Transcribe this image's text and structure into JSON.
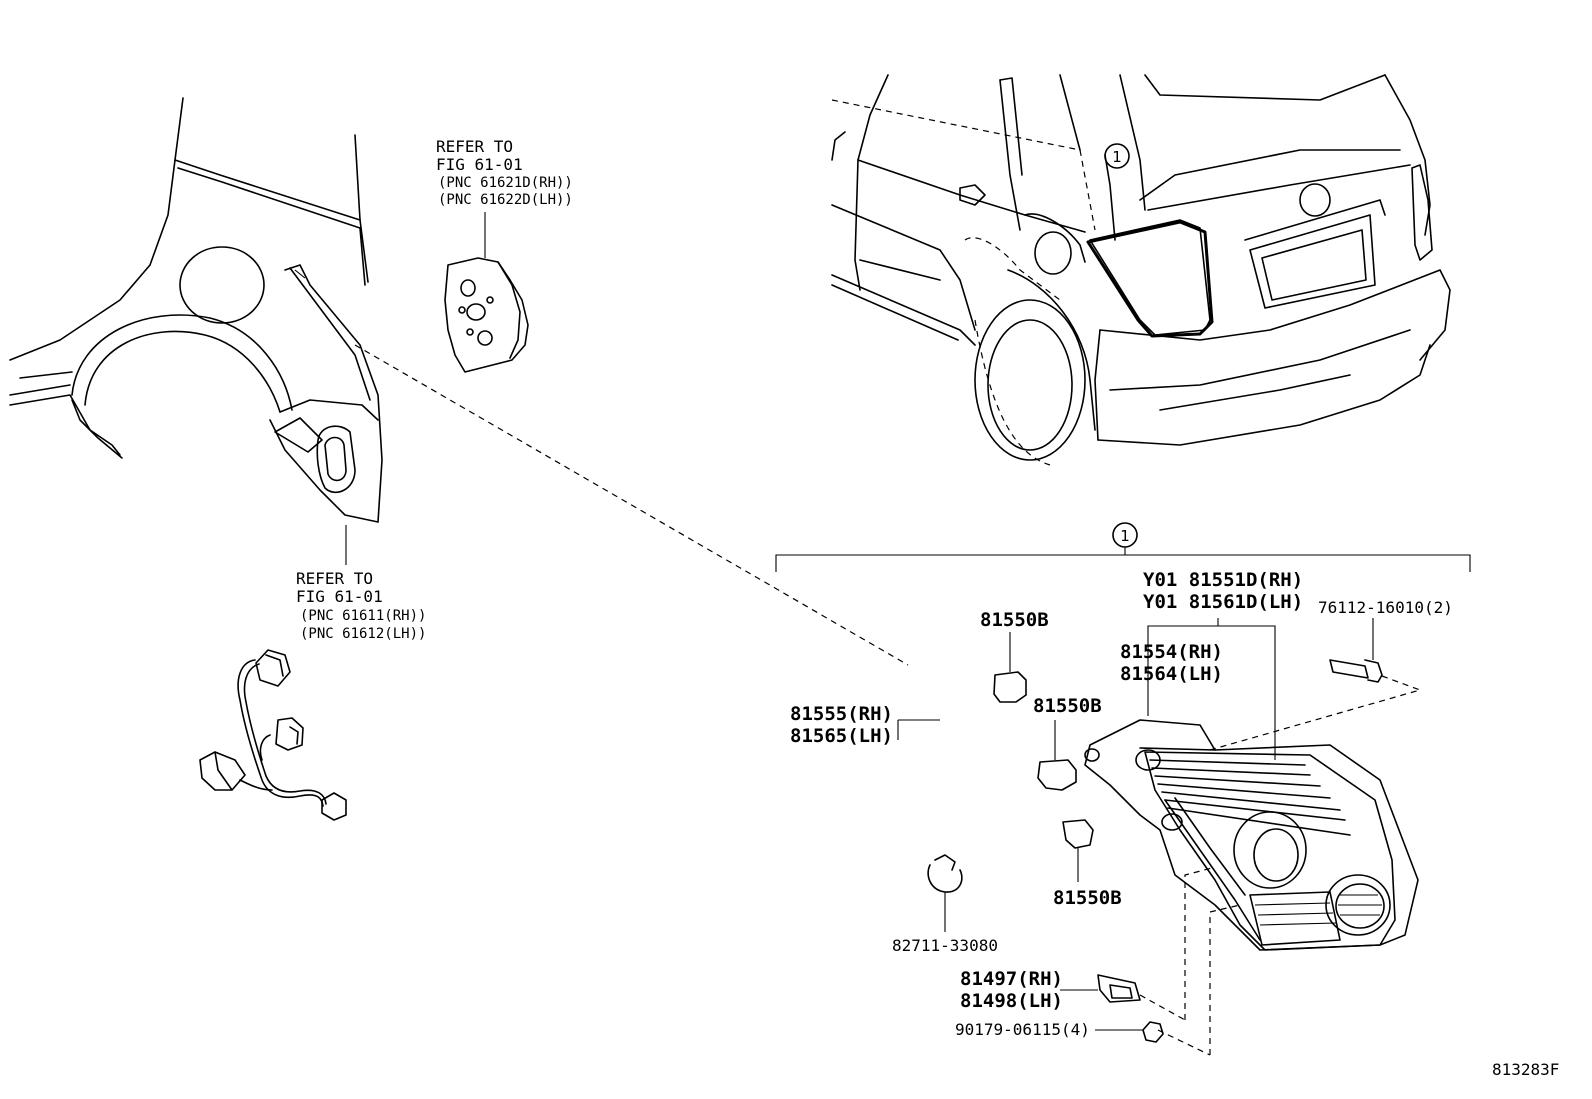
{
  "callout_1": "1",
  "refer_top": {
    "line1": "REFER TO",
    "line2": "FIG 61-01",
    "line3": "(PNC 61621D(RH))",
    "line4": "(PNC 61622D(LH))"
  },
  "refer_bottom": {
    "line1": "REFER TO",
    "line2": "FIG 61-01",
    "line3": "(PNC 61611(RH))",
    "line4": "(PNC 61612(LH))"
  },
  "parts": {
    "p_81551D": "Y01 81551D(RH)",
    "p_81561D": "Y01 81561D(LH)",
    "p_76112": "76112-16010(2)",
    "p_81554": "81554(RH)",
    "p_81564": "81564(LH)",
    "p_81550B_a": "81550B",
    "p_81550B_b": "81550B",
    "p_81550B_c": "81550B",
    "p_81555": "81555(RH)",
    "p_81565": "81565(LH)",
    "p_82711": "82711-33080",
    "p_81497": "81497(RH)",
    "p_81498": "81498(LH)",
    "p_90179": "90179-06115(4)"
  },
  "figure_id": "813283F"
}
